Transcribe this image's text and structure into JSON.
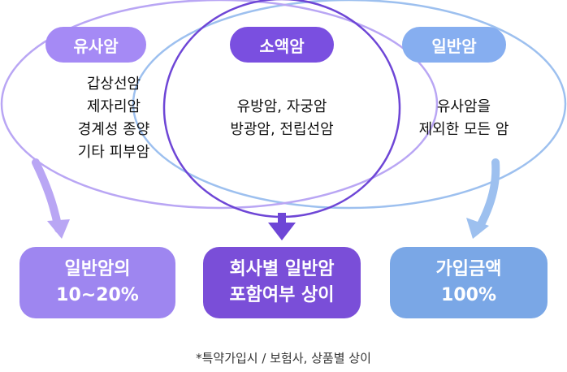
{
  "colors": {
    "purple_light": "#a58af5",
    "purple_dark": "#7a4fe0",
    "purple_box": "#9e86f0",
    "purple_box_dark": "#7a4ed8",
    "blue": "#7aa7e6",
    "blue_pill": "#86aef0",
    "outline_purple_light": "#b9a6f4",
    "outline_purple_dark": "#6e46d6",
    "outline_blue": "#9dc0ef"
  },
  "categories": [
    {
      "label": "유사암",
      "description": [
        "갑상선암",
        "제자리암",
        "경계성 종양",
        "기타 피부암"
      ],
      "result": [
        "일반암의",
        "10~20%"
      ]
    },
    {
      "label": "소액암",
      "description": [
        "유방암, 자궁암",
        "방광암, 전립선암"
      ],
      "result": [
        "회사별 일반암",
        "포함여부 상이"
      ]
    },
    {
      "label": "일반암",
      "description": [
        "유사암을",
        "제외한 모든 암"
      ],
      "result": [
        "가입금액",
        "100%"
      ]
    }
  ],
  "footnote": "*특약가입시 / 보험사, 상품별 상이"
}
